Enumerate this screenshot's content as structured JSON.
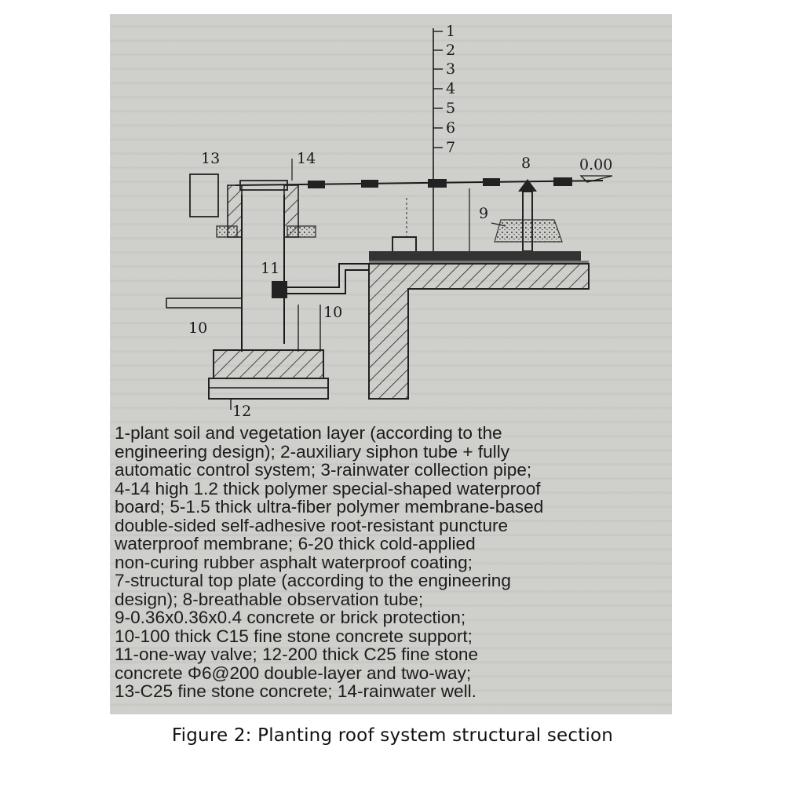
{
  "diagram": {
    "callouts": [
      "1",
      "2",
      "3",
      "4",
      "5",
      "6",
      "7",
      "8",
      "9",
      "10",
      "10",
      "11",
      "12",
      "13",
      "14"
    ],
    "elevation": "0.00"
  },
  "legend": {
    "lines": [
      "1-plant soil and vegetation layer (according to the",
      "engineering design); 2-auxiliary siphon tube + fully",
      "automatic control system; 3-rainwater collection pipe;",
      "4-14 high 1.2 thick polymer special-shaped waterproof",
      "board; 5-1.5 thick ultra-fiber polymer membrane-based",
      "double-sided self-adhesive root-resistant puncture",
      "waterproof membrane; 6-20 thick cold-applied",
      "non-curing rubber asphalt waterproof coating;",
      "7-structural top plate (according to the engineering",
      "design); 8-breathable observation tube;",
      "9-0.36x0.36x0.4 concrete or brick protection;",
      "10-100 thick C15 fine stone concrete support;",
      "11-one-way valve; 12-200 thick C25 fine stone",
      "concrete Φ6@200 double-layer and two-way;",
      "13-C25 fine stone concrete; 14-rainwater well."
    ]
  },
  "caption": "Figure 2: Planting roof system structural section"
}
